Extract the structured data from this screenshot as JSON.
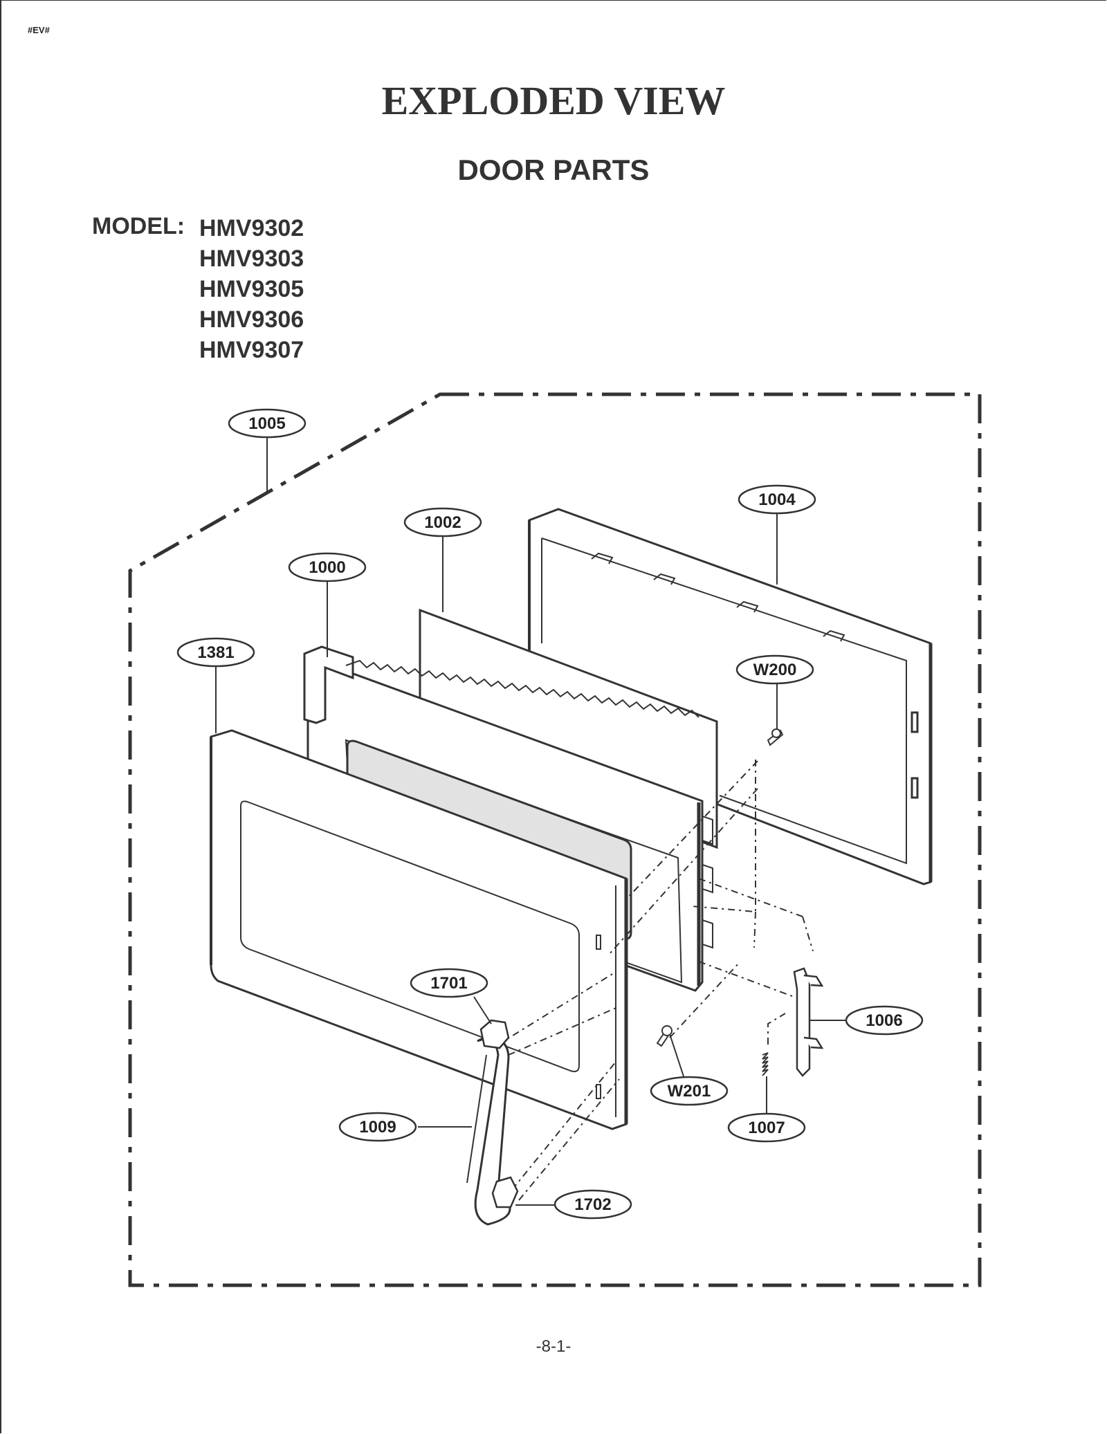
{
  "header": {
    "tag": "#EV#"
  },
  "title": "EXPLODED VIEW",
  "subtitle": "DOOR PARTS",
  "model": {
    "label": "MODEL:",
    "numbers": [
      "HMV9302",
      "HMV9303",
      "HMV9305",
      "HMV9306",
      "HMV9307"
    ]
  },
  "callouts": {
    "c1005": "1005",
    "c1004": "1004",
    "c1002": "1002",
    "c1000": "1000",
    "c1381": "1381",
    "cW200": "W200",
    "c1701": "1701",
    "c1006": "1006",
    "cW201": "W201",
    "c1009": "1009",
    "c1007": "1007",
    "c1702": "1702"
  },
  "footer": {
    "page_number": "-8-1-"
  }
}
